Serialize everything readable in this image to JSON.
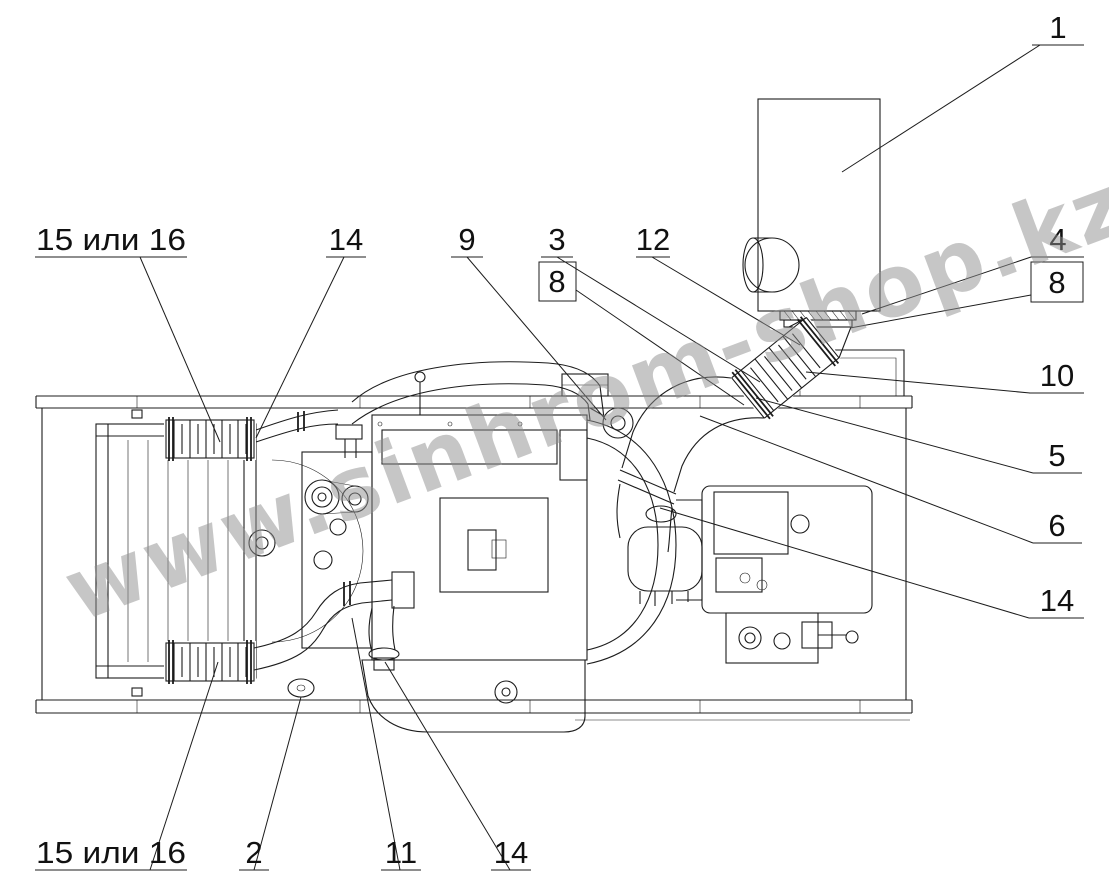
{
  "page": {
    "background": "#ffffff",
    "line_color": "#1c1c1c"
  },
  "watermark": {
    "text": "www.sinhrom-shop.kz",
    "color": "#8f8f8f"
  },
  "callouts": {
    "c1": "1",
    "c15_16_top": "15 или 16",
    "c14_top": "14",
    "c9": "9",
    "c3": "3",
    "c8_left": "8",
    "c12": "12",
    "c4": "4",
    "c8_right": "8",
    "c10": "10",
    "c5": "5",
    "c6": "6",
    "c14_right": "14",
    "c15_16_bottom": "15 или 16",
    "c2": "2",
    "c11": "11",
    "c14_bottom": "14"
  }
}
